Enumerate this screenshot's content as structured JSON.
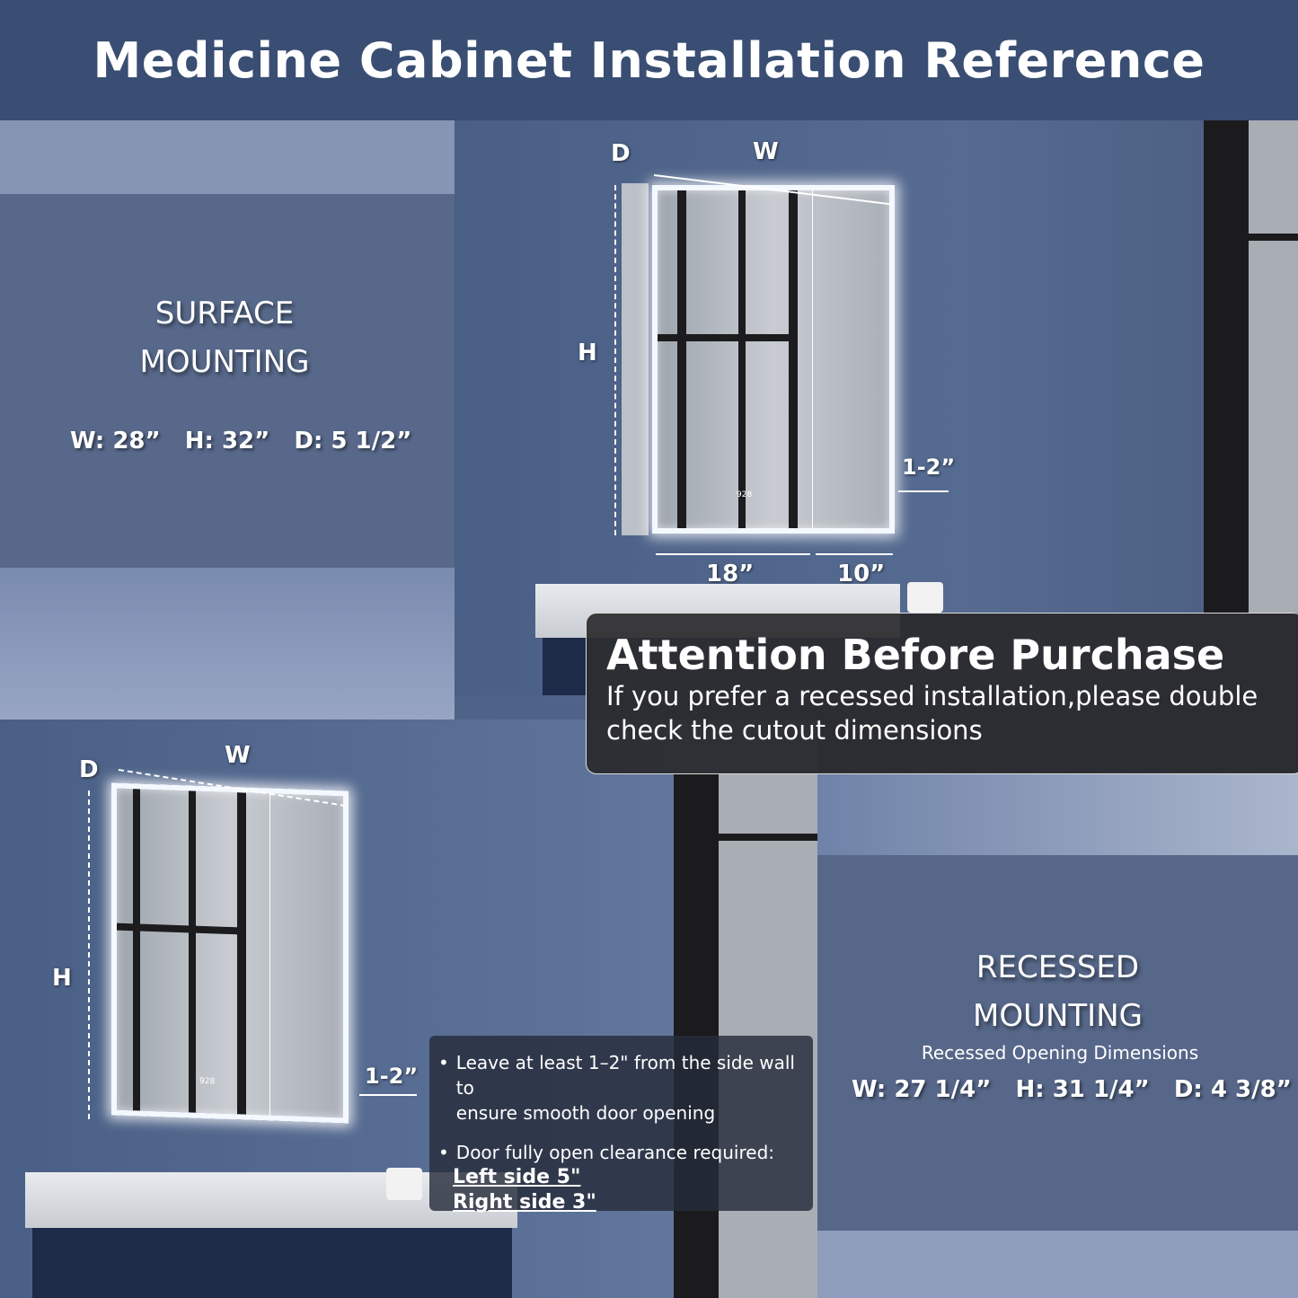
{
  "header": {
    "title": "Medicine Cabinet Installation Reference"
  },
  "surface": {
    "title_line1": "SURFACE",
    "title_line2": "MOUNTING",
    "dimensions": "W: 28”   H: 32”   D: 5 1/2”",
    "labels": {
      "d": "D",
      "w": "W",
      "h": "H",
      "side_gap": "1-2”",
      "left_door": "18”",
      "right_door": "10”"
    },
    "display": "928"
  },
  "attention": {
    "title": "Attention Before Purchase",
    "text_line1": "If you prefer a recessed installation,please double",
    "text_line2": "check the cutout dimensions"
  },
  "recessed": {
    "title_line1": "RECESSED",
    "title_line2": "MOUNTING",
    "subtitle": "Recessed Opening Dimensions",
    "dimensions": "W: 27 1/4”   H: 31 1/4”   D: 4 3/8”",
    "labels": {
      "d": "D",
      "w": "W",
      "h": "H",
      "side_gap": "1-2”"
    },
    "display": "928"
  },
  "notes": {
    "bullet1_line1": "Leave at least 1–2\" from the side wall to",
    "bullet1_line2": "ensure smooth door opening",
    "bullet2": "Door fully open clearance required:",
    "left_side": "Left side 5\"",
    "right_side": "Right side 3\""
  }
}
